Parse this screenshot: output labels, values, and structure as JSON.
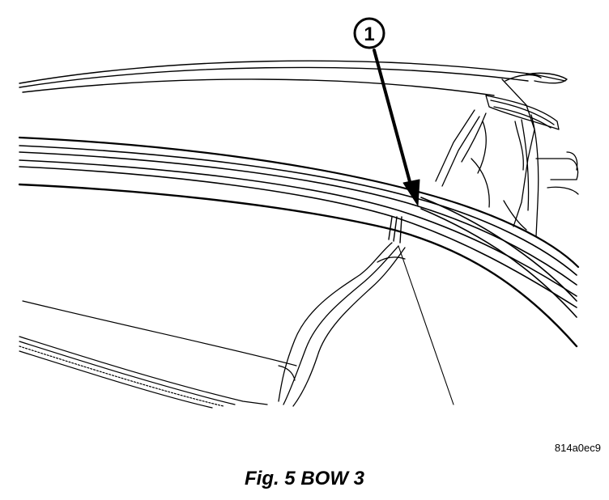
{
  "callout": {
    "number": "1"
  },
  "figure_code": "814a0ec9",
  "caption": "Fig. 5 BOW 3"
}
